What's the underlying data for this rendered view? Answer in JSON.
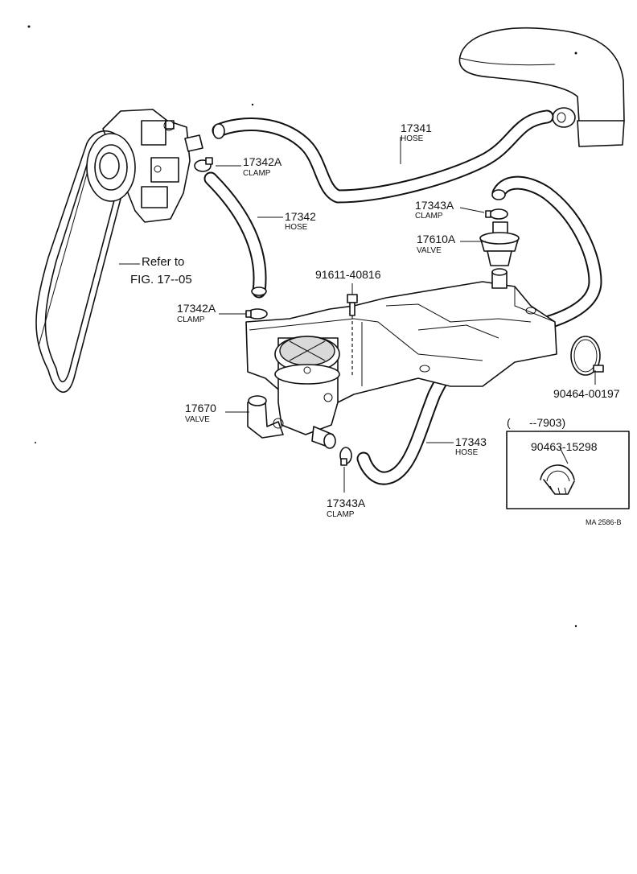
{
  "callouts": {
    "hose_upper": {
      "number": "17341",
      "desc": "HOSE"
    },
    "clamp_upper_left": {
      "number": "17342A",
      "desc": "CLAMP"
    },
    "hose_left": {
      "number": "17342",
      "desc": "HOSE"
    },
    "clamp_upper_right": {
      "number": "17343A",
      "desc": "CLAMP"
    },
    "valve_upper": {
      "number": "17610A",
      "desc": "VALVE"
    },
    "bolt": {
      "number": "91611-40816"
    },
    "clamp_lower_left": {
      "number": "17342A",
      "desc": "CLAMP"
    },
    "clamp_right": {
      "number": "90464-00197"
    },
    "valve_lower": {
      "number": "17670",
      "desc": "VALVE"
    },
    "hose_lower": {
      "number": "17343",
      "desc": "HOSE"
    },
    "clamp_lower": {
      "number": "17343A",
      "desc": "CLAMP"
    }
  },
  "belt_reference": {
    "line1": "Refer to",
    "line2": "FIG. 17--05"
  },
  "inset": {
    "period": "(      --7903)",
    "number": "90463-15298"
  },
  "figure_code": "MA  2586-B"
}
